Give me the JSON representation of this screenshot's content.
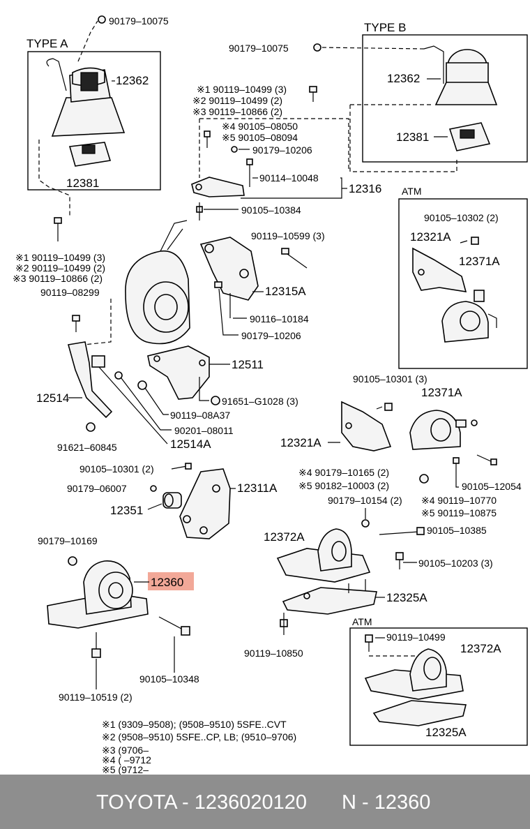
{
  "labels": {
    "typeA": "TYPE A",
    "typeB": "TYPE B",
    "atm1": "ATM",
    "atm2": "ATM",
    "p_90179_10075_a": "90179–10075",
    "p_12362_a": "12362",
    "p_12381_a": "12381",
    "p_90179_10075_b": "90179–10075",
    "p_12362_b": "12362",
    "p_12381_b": "12381",
    "p_n1_90119_10499": "※1 90119–10499 (3)",
    "p_n2_90119_10499": "※2 90119–10499 (2)",
    "p_n3_90119_10866": "※3 90119–10866 (2)",
    "p_n4_90105_08050": "※4 90105–08050",
    "p_n5_90105_08094": "※5 90105–08094",
    "p_90179_10206_a": "90179–10206",
    "p_90114_10048": "90114–10048",
    "p_12316": "12316",
    "p_90105_10384": "90105–10384",
    "p_left_n1": "※1 90119–10499 (3)",
    "p_left_n2": "※2 90119–10499 (2)",
    "p_left_n3": "※3 90119–10866 (2)",
    "p_90119_08299": "90119–08299",
    "p_90119_10599": "90119–10599 (3)",
    "p_12315A": "12315A",
    "p_90116_10184": "90116–10184",
    "p_90179_10206_b": "90179–10206",
    "p_12511": "12511",
    "p_12514": "12514",
    "p_91651_G1028": "91651–G1028 (3)",
    "p_90119_08A37": "90119–08A37",
    "p_90201_08011": "90201–08011",
    "p_91621_60845": "91621–60845",
    "p_12514A": "12514A",
    "p_90105_10302": "90105–10302 (2)",
    "p_12321A_a": "12321A",
    "p_12371A_a": "12371A",
    "p_90105_10301_a": "90105–10301 (3)",
    "p_12371A_b": "12371A",
    "p_12321A_b": "12321A",
    "p_90105_10301_b": "90105–10301 (2)",
    "p_90179_06007": "90179–06007",
    "p_12311A": "12311A",
    "p_12351": "12351",
    "p_n4_90179_10165": "※4 90179–10165 (2)",
    "p_n5_90182_10003": "※5 90182–10003 (2)",
    "p_90105_12054": "90105–12054",
    "p_90179_10154": "90179–10154 (2)",
    "p_n4_90119_10770": "※4 90119–10770",
    "p_n5_90119_10875": "※5 90119–10875",
    "p_12372A_a": "12372A",
    "p_90105_10385": "90105–10385",
    "p_90179_10169": "90179–10169",
    "p_12360": "12360",
    "p_90105_10203": "90105–10203 (3)",
    "p_12325A_a": "12325A",
    "p_90119_10850": "90119–10850",
    "p_90105_10348": "90105–10348",
    "p_90119_10519": "90119–10519 (2)",
    "p_90119_10499_atm": "90119–10499",
    "p_12372A_b": "12372A",
    "p_12325A_b": "12325A"
  },
  "notes": [
    "※1 (9309–9508); (9508–9510) 5SFE..CVT",
    "※2 (9508–9510) 5SFE..CP, LB; (9510–9706)",
    "※3 (9706–",
    "※4 (  –9712",
    "※5 (9712–"
  ],
  "footer": {
    "brand_part": "TOYOTA - 1236020120",
    "number": "N - 12360"
  },
  "highlight_color": "#f2a898",
  "footer_color": "#8e8e8e"
}
